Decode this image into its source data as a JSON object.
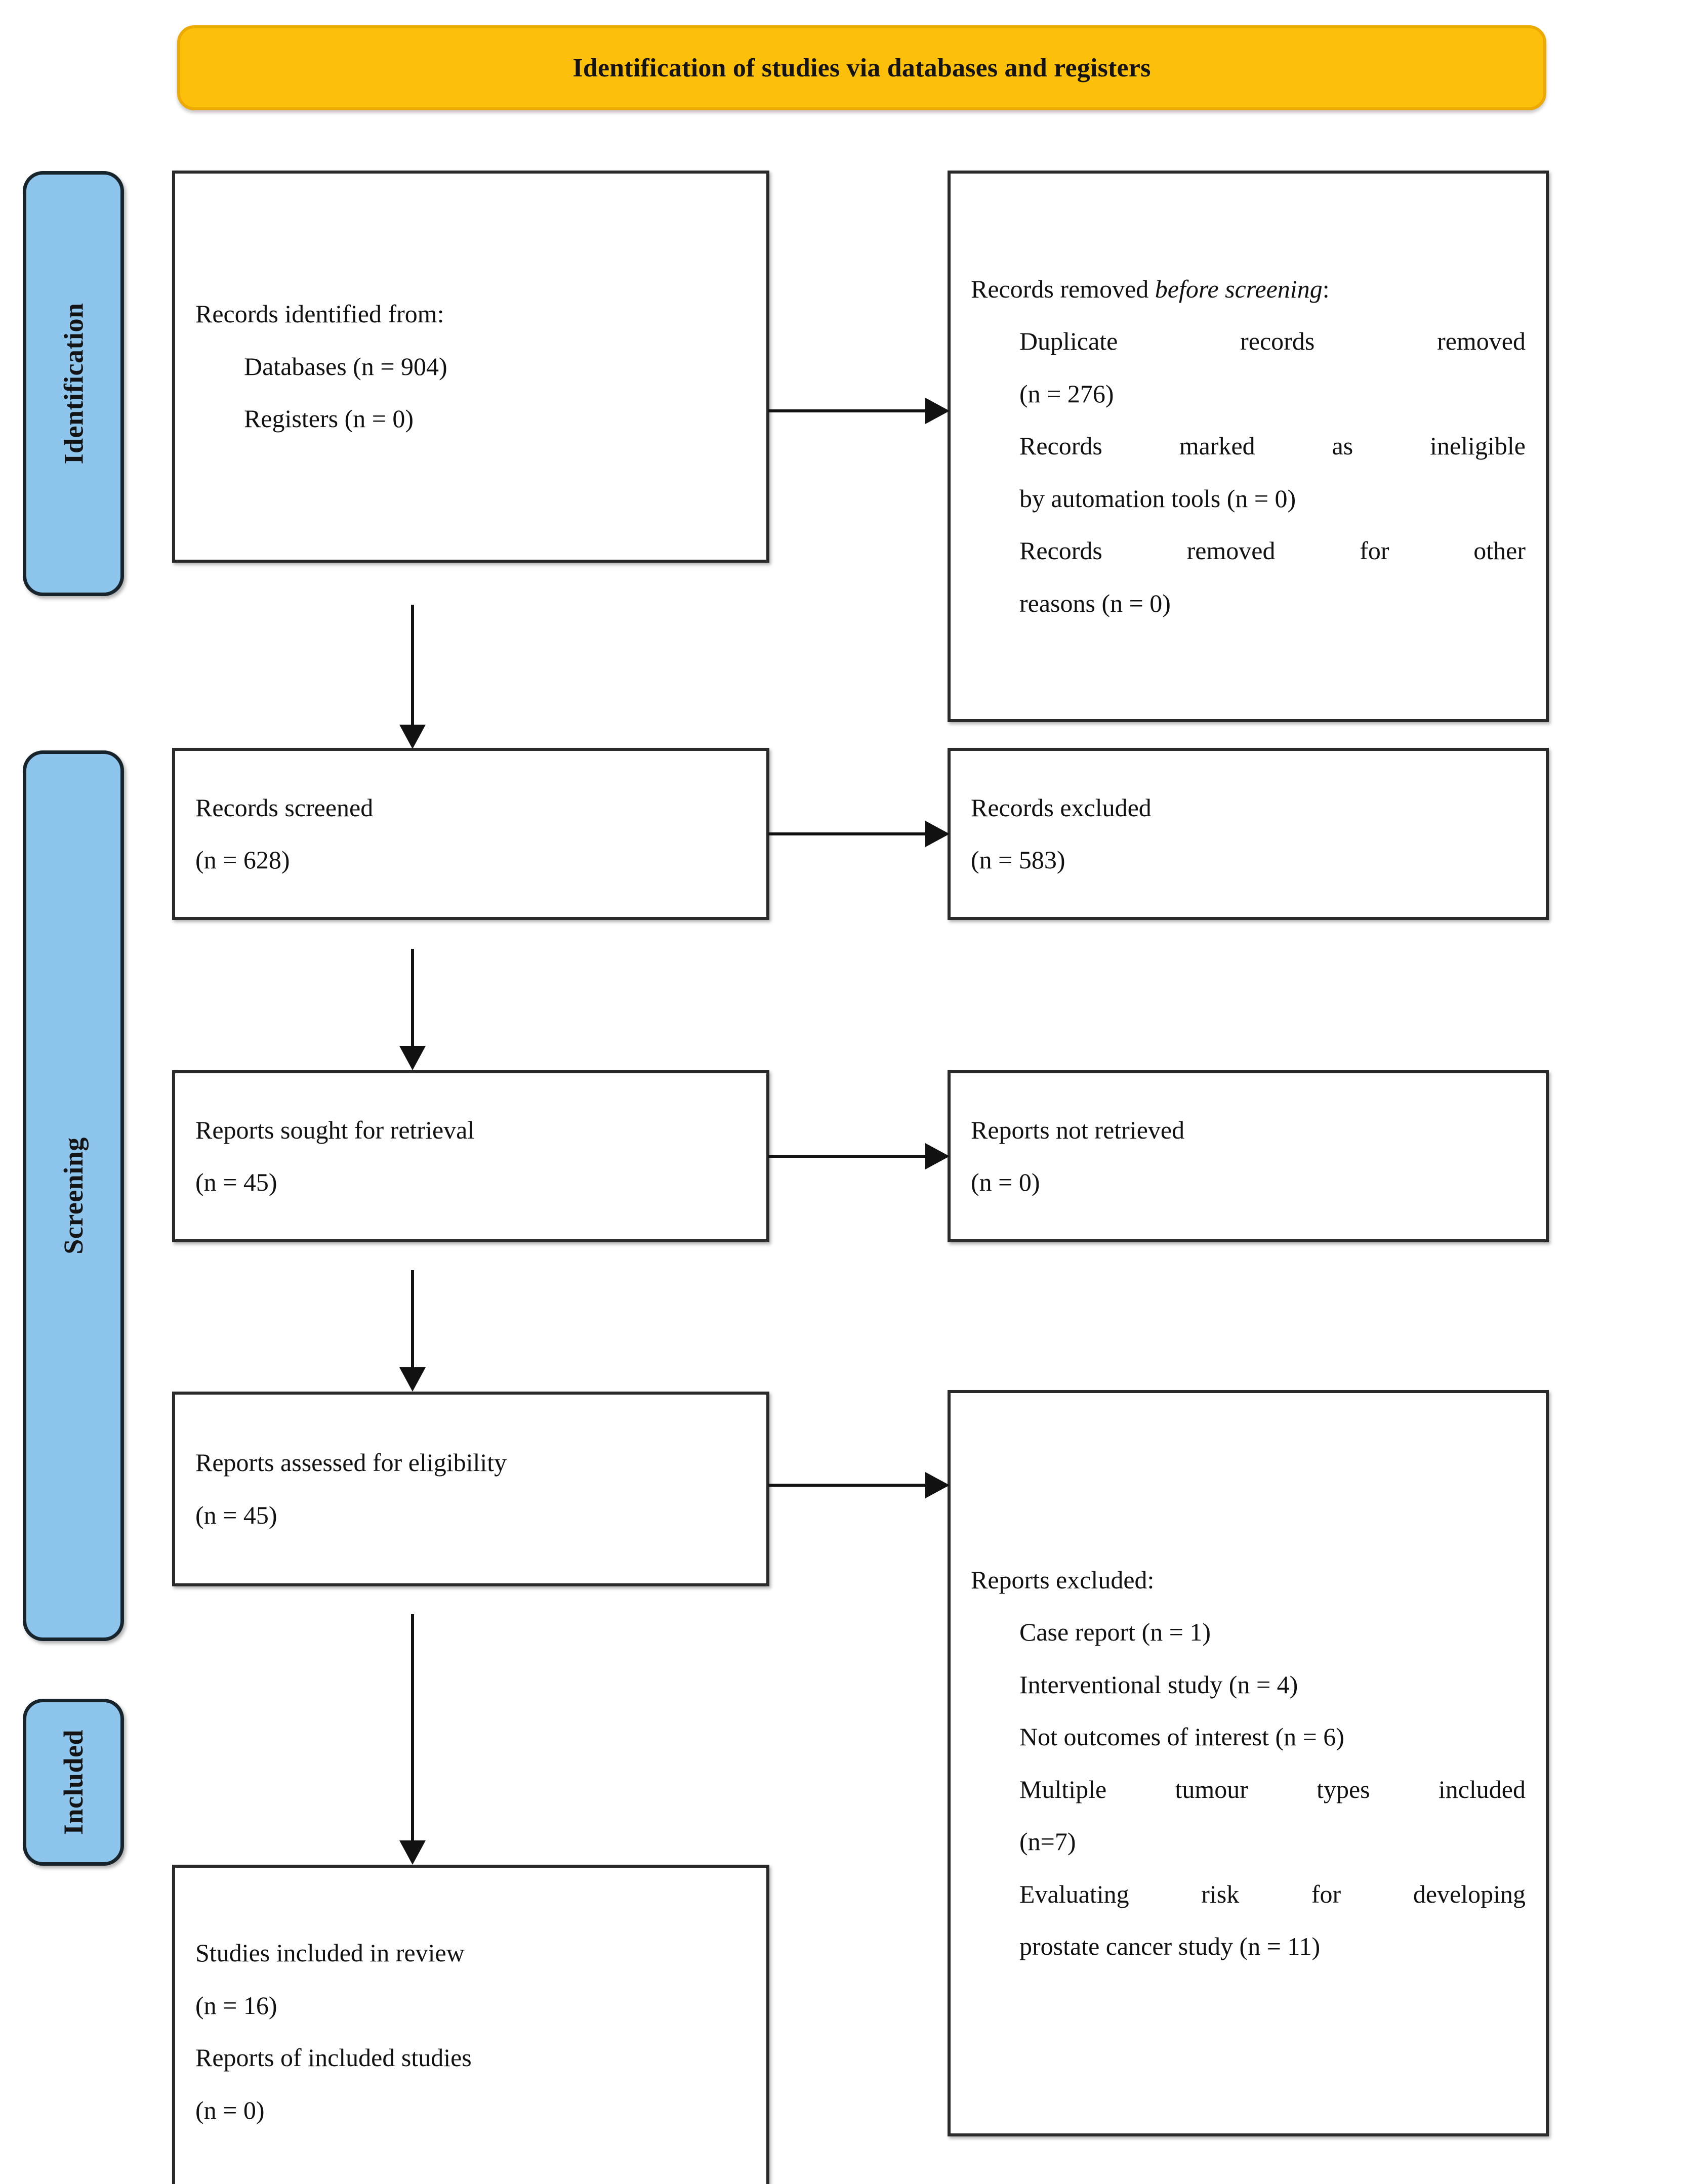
{
  "banner": {
    "title": "Identification of studies via databases and registers",
    "bg_color": "#FCC00A",
    "border_color": "#EDA904"
  },
  "stage_bars": {
    "fill_color": "#8EC5ED",
    "border_color": "#17242C",
    "identification": "Identification",
    "screening": "Screening",
    "included": "Included"
  },
  "boxes": {
    "identified": {
      "heading": "Records identified from:",
      "line1": "Databases (n = 904)",
      "line2": "Registers (n = 0)"
    },
    "removed_before_screening": {
      "heading_prefix": "Records removed ",
      "heading_italic": "before screening",
      "heading_suffix": ":",
      "line1": "Duplicate records removed",
      "line2": "(n = 276)",
      "line3": "Records marked as ineligible",
      "line4": "by automation tools (n = 0)",
      "line5": "Records removed for other",
      "line6": "reasons (n = 0)"
    },
    "records_screened": {
      "line1": "Records screened",
      "line2": "(n = 628)"
    },
    "records_excluded": {
      "line1": "Records excluded",
      "line2": "(n = 583)"
    },
    "reports_sought": {
      "line1": "Reports sought for retrieval",
      "line2": "(n = 45)"
    },
    "reports_not_retrieved": {
      "line1": "Reports not retrieved",
      "line2": "(n = 0)"
    },
    "reports_assessed": {
      "line1": "Reports assessed for eligibility",
      "line2": "(n = 45)"
    },
    "reports_excluded": {
      "heading": "Reports excluded:",
      "line1": "Case report (n = 1)",
      "line2": "Interventional study (n = 4)",
      "line3": "Not outcomes of interest (n = 6)",
      "line4": "Multiple tumour types included",
      "line5": "(n=7)",
      "line6": "Evaluating risk for developing",
      "line7": "prostate cancer study (n = 11)"
    },
    "studies_included": {
      "line1": "Studies included in review",
      "line2": "(n = 16)",
      "line3": "Reports of included studies",
      "line4": "(n = 0)"
    }
  }
}
